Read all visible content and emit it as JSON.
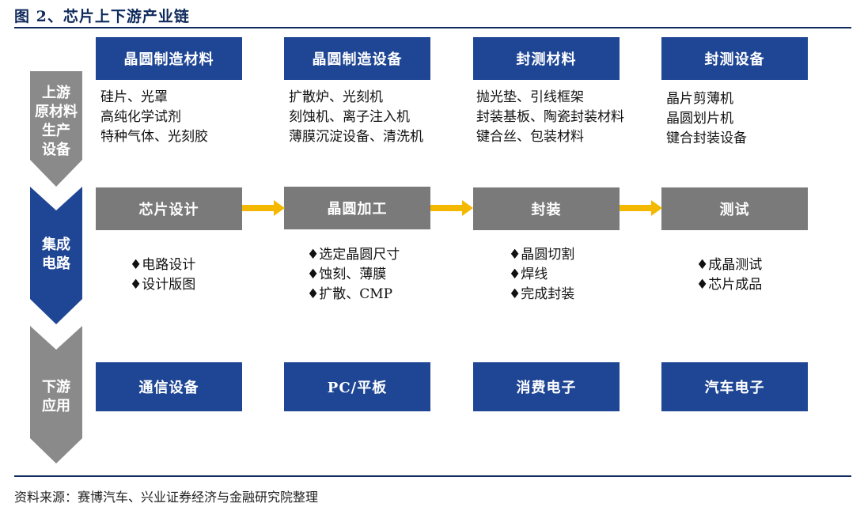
{
  "title": "图 2、芯片上下游产业链",
  "source": "资料来源：赛博汽车、兴业证券经济与金融研究院整理",
  "stages": [
    {
      "label_lines": [
        "上游",
        "原材料",
        "生产",
        "设备"
      ]
    },
    {
      "label_lines": [
        "集成",
        "电路"
      ]
    },
    {
      "label_lines": [
        "下游",
        "应用"
      ]
    }
  ],
  "upstream": [
    {
      "header": "晶圆制造材料",
      "items": [
        "硅片、光罩",
        "高纯化学试剂",
        "特种气体、光刻胶"
      ]
    },
    {
      "header": "晶圆制造设备",
      "items": [
        "扩散炉、光刻机",
        "刻蚀机、离子注入机",
        "薄膜沉淀设备、清洗机"
      ]
    },
    {
      "header": "封测材料",
      "items": [
        "抛光垫、引线框架",
        "封装基板、陶瓷封装材料",
        "键合丝、包装材料"
      ]
    },
    {
      "header": "封测设备",
      "items": [
        "晶片剪薄机",
        "晶圆划片机",
        "键合封装设备"
      ]
    }
  ],
  "ic": [
    {
      "header": "芯片设计",
      "items": [
        "♦电路设计",
        "♦设计版图"
      ]
    },
    {
      "header": "晶圆加工",
      "items": [
        "♦选定晶圆尺寸",
        "♦蚀刻、薄膜",
        "♦扩散、CMP"
      ]
    },
    {
      "header": "封装",
      "items": [
        "♦晶圆切割",
        "♦焊线",
        "♦完成封装"
      ]
    },
    {
      "header": "测试",
      "items": [
        "♦成晶测试",
        "♦芯片成品"
      ]
    }
  ],
  "downstream": [
    {
      "label": "通信设备"
    },
    {
      "label": "PC/平板"
    },
    {
      "label": "消费电子"
    },
    {
      "label": "汽车电子"
    }
  ],
  "colors": {
    "blue": "#1f4694",
    "gray": "#7a7a7a",
    "stage_gray": "#8a8a8a",
    "arrow": "#f5b800"
  }
}
